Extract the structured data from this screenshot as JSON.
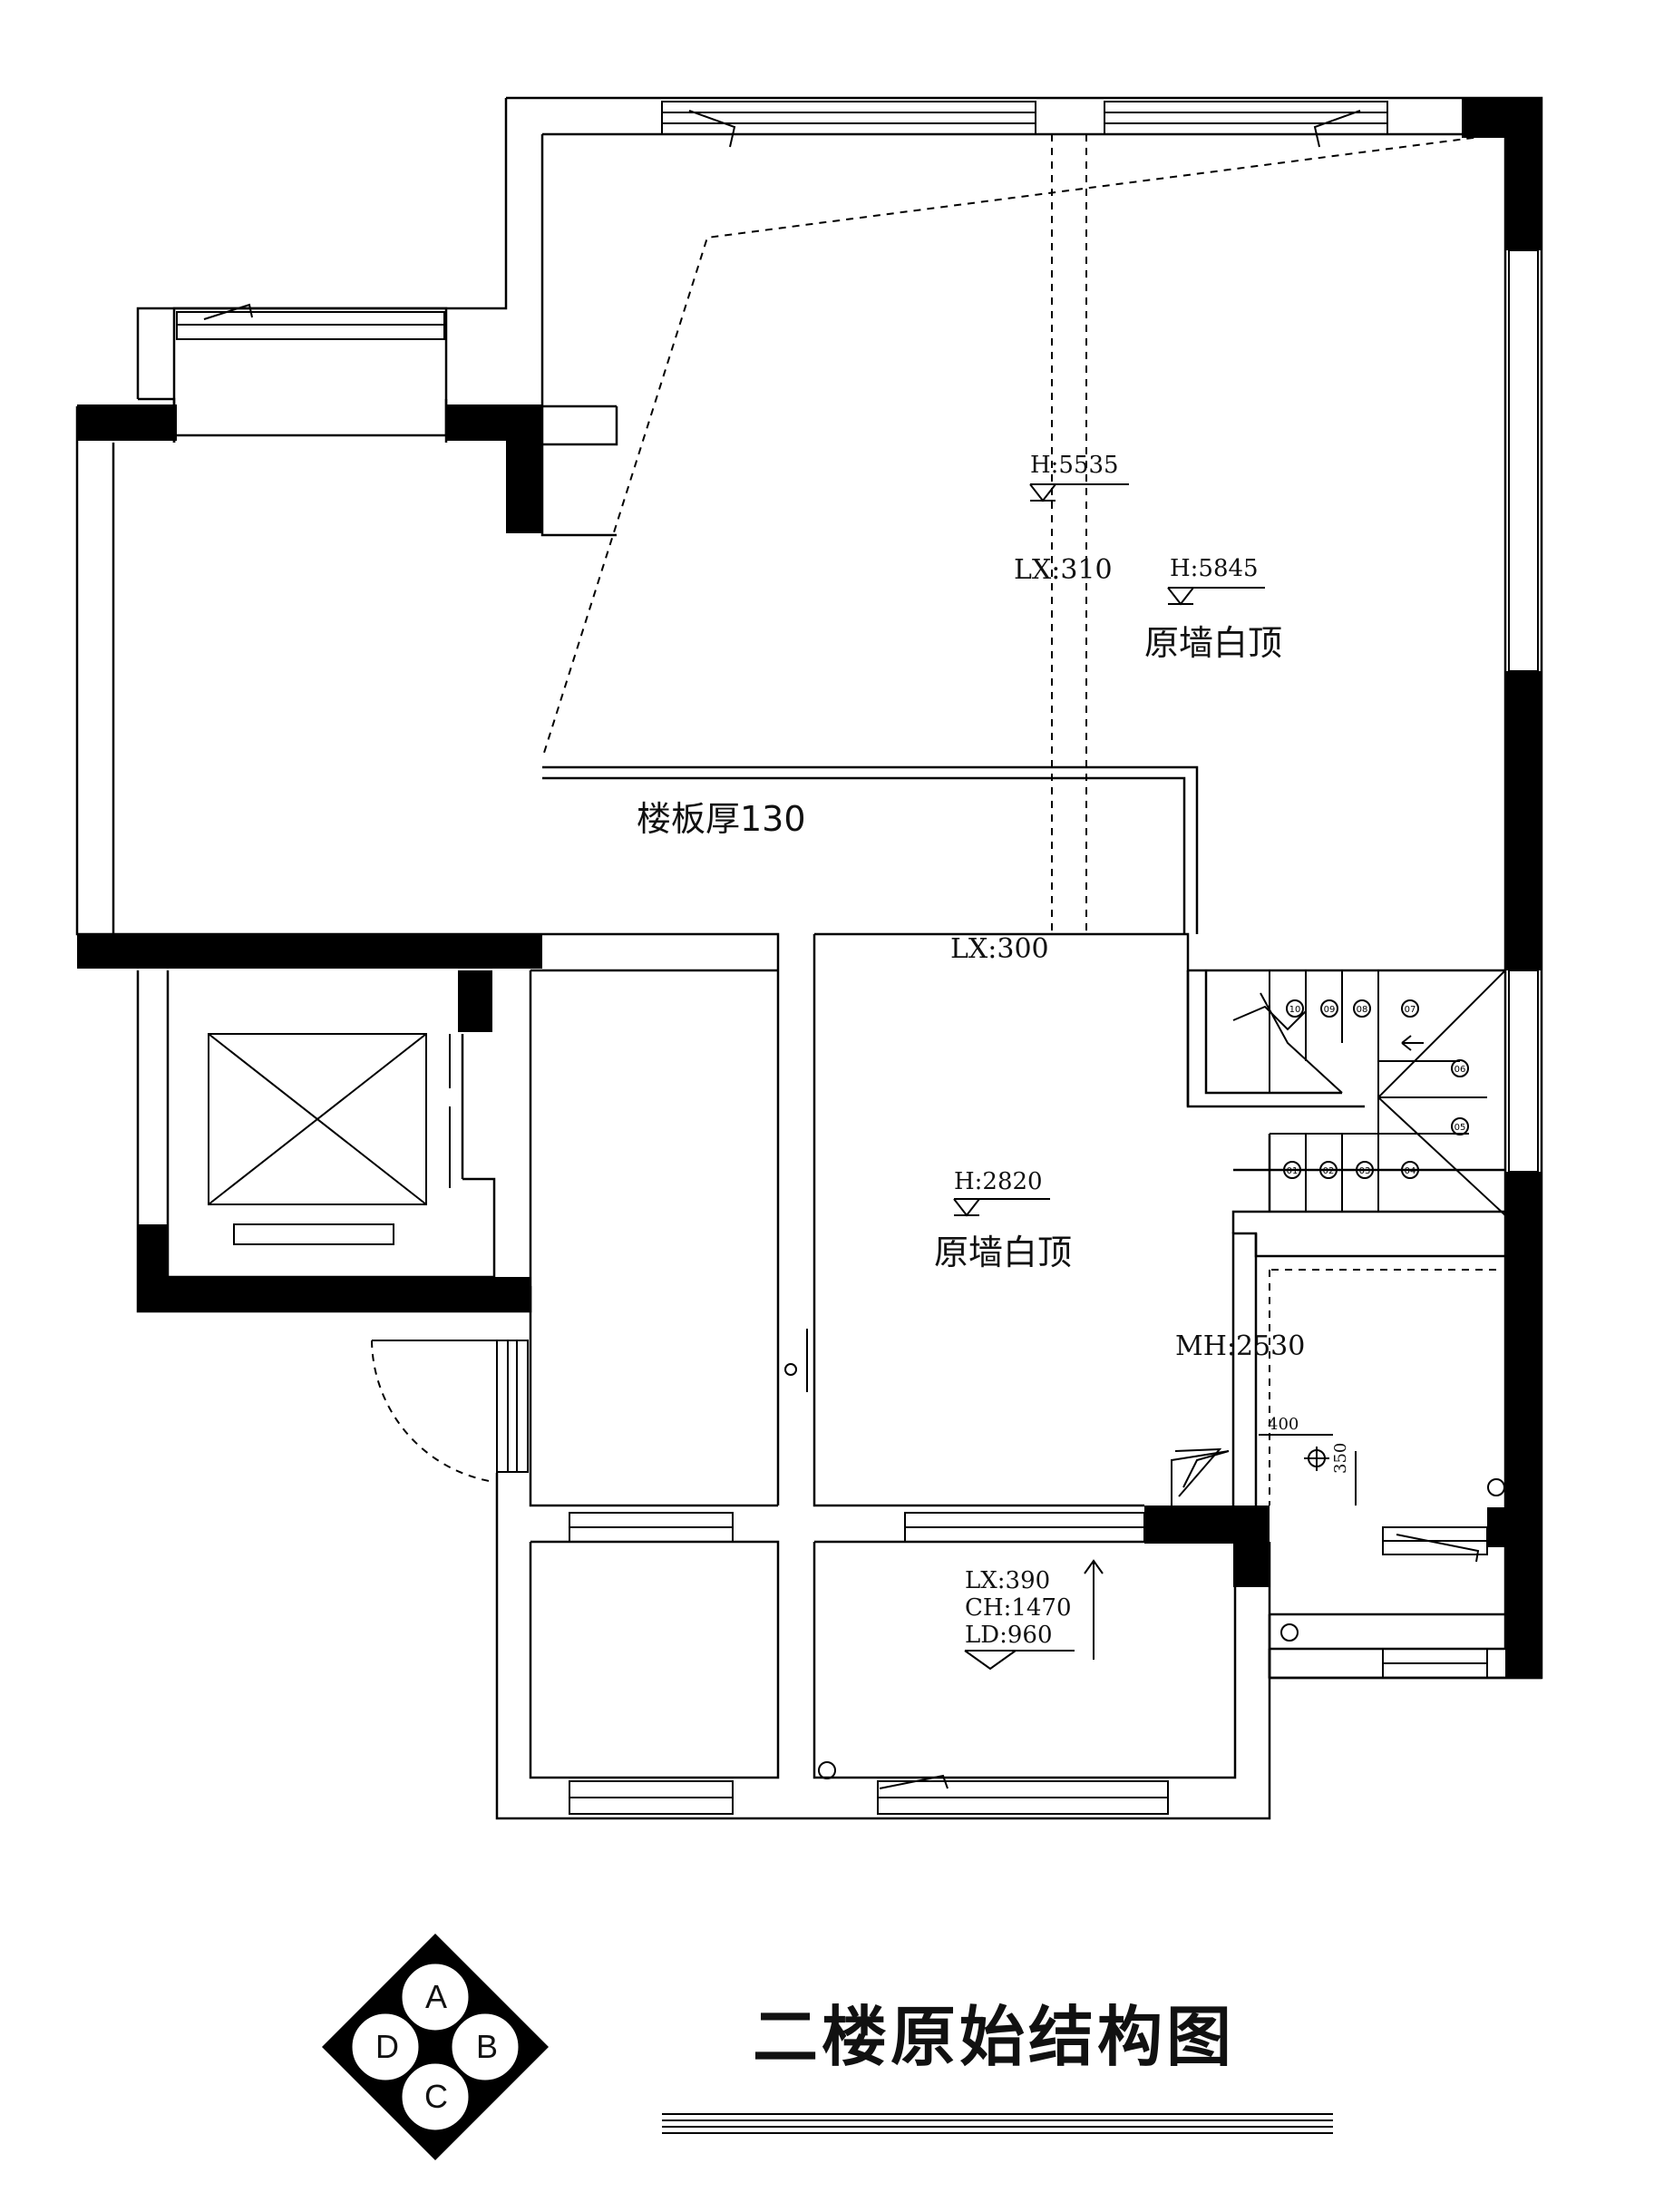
{
  "title": "二楼原始结构图",
  "compass": {
    "a": "A",
    "b": "B",
    "c": "C",
    "d": "D"
  },
  "annotations": {
    "h5535": "H:5535",
    "lx310": "LX:310",
    "h5845": "H:5845",
    "ceiling_top": "原墙白顶",
    "slab": "楼板厚130",
    "lx300": "LX:300",
    "h2820": "H:2820",
    "ceiling_mid": "原墙白顶",
    "mh2530": "MH:2530",
    "d400": "400",
    "d350": "350",
    "lx390": "LX:390",
    "ch1470": "CH:1470",
    "ld960": "LD:960"
  },
  "stairs": [
    "01",
    "02",
    "03",
    "04",
    "05",
    "06",
    "07",
    "08",
    "09",
    "10"
  ]
}
